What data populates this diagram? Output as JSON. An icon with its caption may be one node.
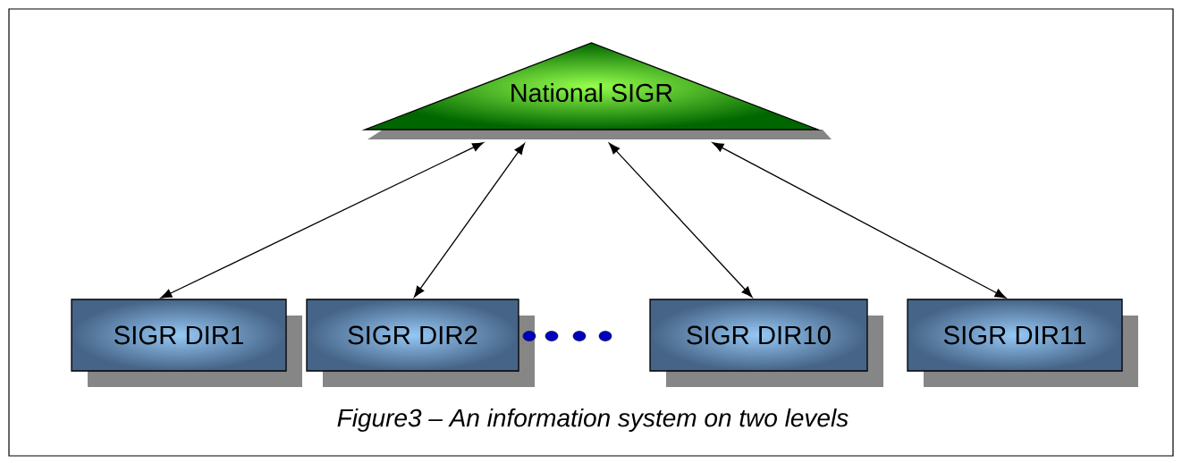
{
  "diagram": {
    "caption": "Figure3 – An information system on two levels",
    "nodes": [
      {
        "text": [
          "National SIGR"
        ]
      },
      {
        "text": [
          "SIGR DIR1"
        ]
      },
      {
        "text": [
          "SIGR DIR2"
        ]
      },
      {
        "text": [
          "SIGR DIR10"
        ]
      },
      {
        "text": [
          "SIGR DIR11"
        ]
      }
    ],
    "edges": [
      {
        "from": 0,
        "to": 1,
        "arrow": "both"
      },
      {
        "from": 0,
        "to": 2,
        "arrow": "both"
      },
      {
        "from": 0,
        "to": 3,
        "arrow": "both"
      },
      {
        "from": 0,
        "to": 4,
        "arrow": "both"
      }
    ]
  }
}
